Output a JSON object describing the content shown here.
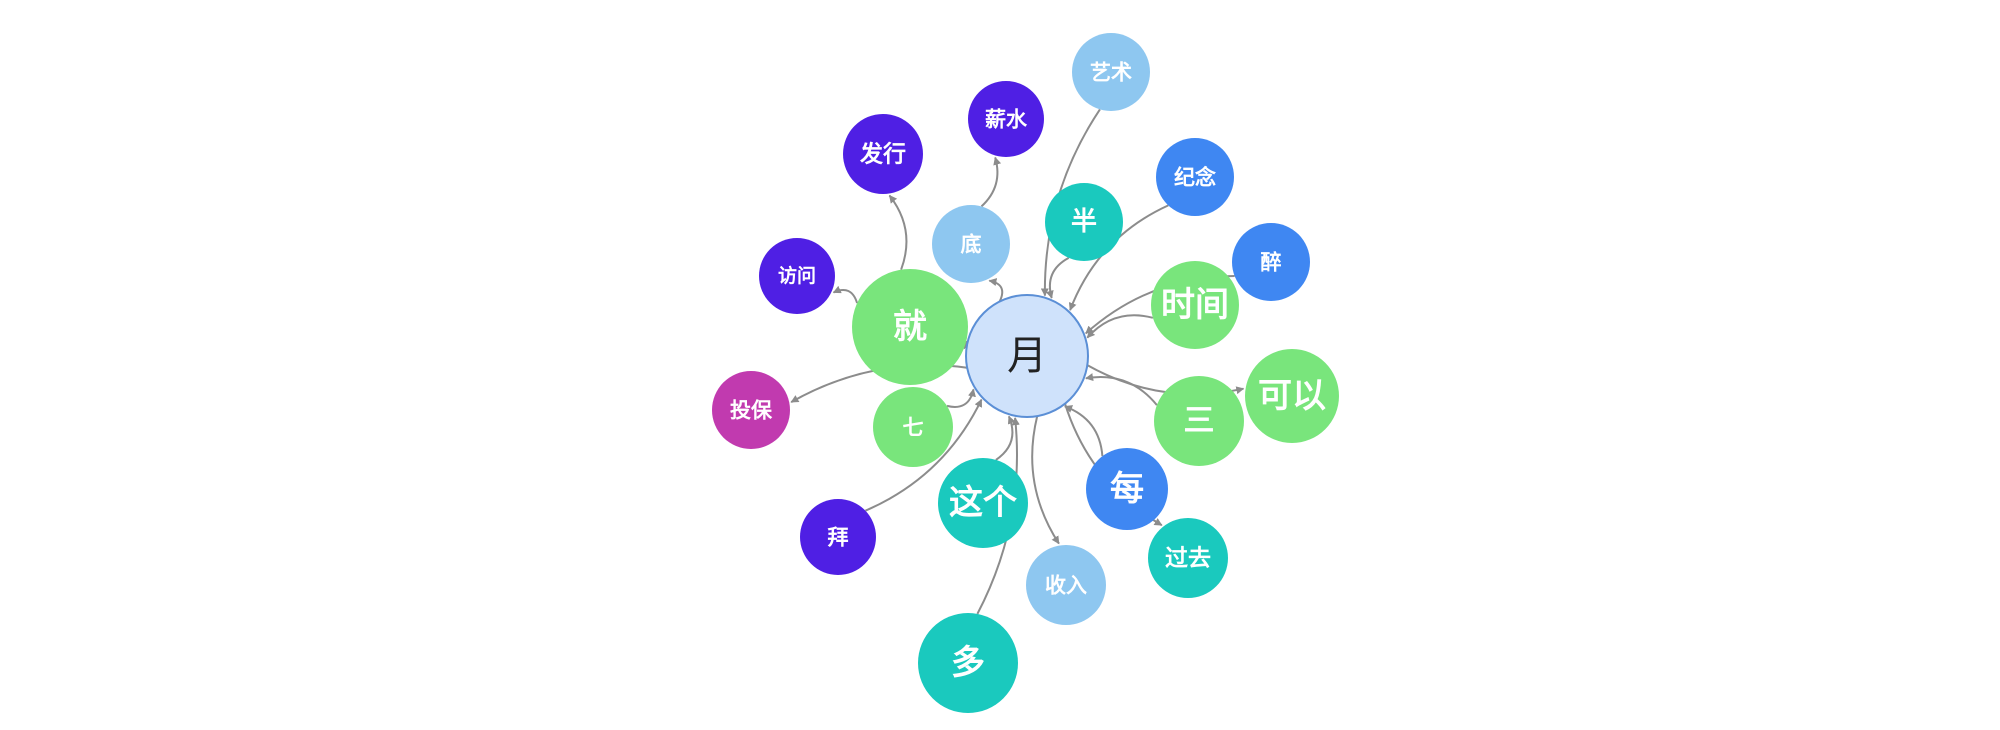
{
  "graph": {
    "center": {
      "id": "yue",
      "label": "月",
      "color": "#cfe2fb"
    },
    "nodes": [
      {
        "id": "yishu",
        "label": "艺术",
        "color": "#8ec7f0"
      },
      {
        "id": "xinshui",
        "label": "薪水",
        "color": "#4f1fe4"
      },
      {
        "id": "faxing",
        "label": "发行",
        "color": "#4f1fe4"
      },
      {
        "id": "jinian",
        "label": "纪念",
        "color": "#3f87f2"
      },
      {
        "id": "di",
        "label": "底",
        "color": "#8ec7f0"
      },
      {
        "id": "ban",
        "label": "半",
        "color": "#1ac9be"
      },
      {
        "id": "zui",
        "label": "醉",
        "color": "#3f87f2"
      },
      {
        "id": "fangwen",
        "label": "访问",
        "color": "#4f1fe4"
      },
      {
        "id": "jiu",
        "label": "就",
        "color": "#79e57c"
      },
      {
        "id": "shijian",
        "label": "时间",
        "color": "#79e57c"
      },
      {
        "id": "keyi",
        "label": "可以",
        "color": "#79e57c"
      },
      {
        "id": "toubao",
        "label": "投保",
        "color": "#c13aaf"
      },
      {
        "id": "qi",
        "label": "七",
        "color": "#79e57c"
      },
      {
        "id": "san",
        "label": "三",
        "color": "#79e57c"
      },
      {
        "id": "zhege",
        "label": "这个",
        "color": "#1ac9be"
      },
      {
        "id": "mei",
        "label": "每",
        "color": "#3f87f2"
      },
      {
        "id": "bai",
        "label": "拜",
        "color": "#4f1fe4"
      },
      {
        "id": "guoqu",
        "label": "过去",
        "color": "#1ac9be"
      },
      {
        "id": "shouru",
        "label": "收入",
        "color": "#8ec7f0"
      },
      {
        "id": "duo",
        "label": "多",
        "color": "#1ac9be"
      }
    ],
    "edges": [
      {
        "from": "yishu",
        "to": "yue"
      },
      {
        "from": "ban",
        "to": "yue"
      },
      {
        "from": "jinian",
        "to": "yue"
      },
      {
        "from": "zui",
        "to": "yue"
      },
      {
        "from": "shijian",
        "to": "yue"
      },
      {
        "from": "yue",
        "to": "keyi"
      },
      {
        "from": "san",
        "to": "yue"
      },
      {
        "from": "yue",
        "to": "guoqu"
      },
      {
        "from": "mei",
        "to": "yue"
      },
      {
        "from": "yue",
        "to": "shouru"
      },
      {
        "from": "duo",
        "to": "yue"
      },
      {
        "from": "zhege",
        "to": "yue"
      },
      {
        "from": "bai",
        "to": "yue"
      },
      {
        "from": "qi",
        "to": "yue"
      },
      {
        "from": "yue",
        "to": "toubao"
      },
      {
        "from": "jiu",
        "to": "yue"
      },
      {
        "from": "jiu",
        "to": "fangwen"
      },
      {
        "from": "jiu",
        "to": "faxing"
      },
      {
        "from": "yue",
        "to": "di"
      },
      {
        "from": "di",
        "to": "xinshui"
      }
    ]
  }
}
